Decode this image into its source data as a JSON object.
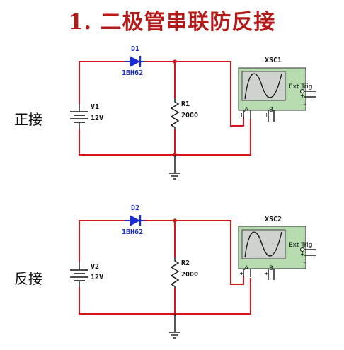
{
  "title": "1. 二极管串联防反接",
  "circuits": [
    {
      "side_label": "正接",
      "diode": {
        "ref": "D1",
        "model": "1BH62",
        "orientation": "forward"
      },
      "source": {
        "ref": "V1",
        "value": "12V"
      },
      "resistor": {
        "ref": "R1",
        "value": "200Ω"
      },
      "scope": {
        "ref": "XSC1",
        "ext_trig": "Ext Trig",
        "ch_a": "A",
        "ch_b": "B",
        "plus": "+",
        "minus": "_"
      }
    },
    {
      "side_label": "反接",
      "diode": {
        "ref": "D2",
        "model": "1BH62",
        "orientation": "forward"
      },
      "source": {
        "ref": "V2",
        "value": "12V"
      },
      "resistor": {
        "ref": "R2",
        "value": "200Ω"
      },
      "scope": {
        "ref": "XSC2",
        "ext_trig": "Ext Trig",
        "ch_a": "A",
        "ch_b": "B",
        "plus": "+",
        "minus": "_"
      }
    }
  ],
  "colors": {
    "wire": "#d8141b",
    "diode": "#1a2bd6",
    "title": "#b51a1a",
    "scope_body": "#b7dcb0",
    "scope_screen": "#cfd3cf"
  }
}
